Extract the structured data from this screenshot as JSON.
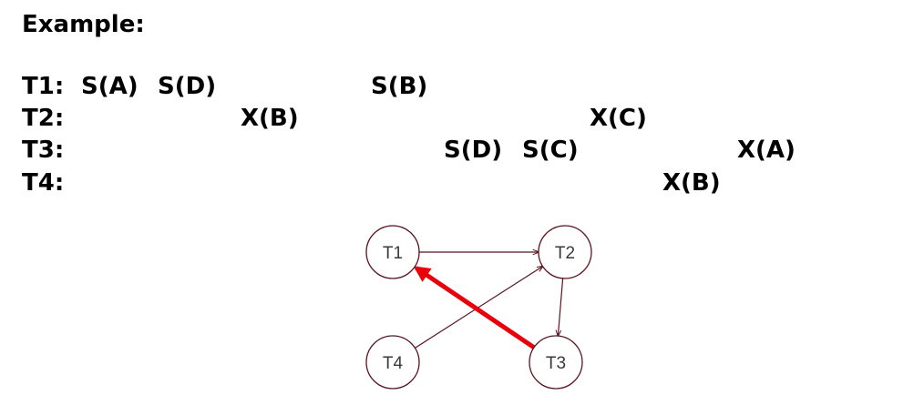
{
  "heading": "Example:",
  "schedule": {
    "rows": [
      {
        "label": "T1:",
        "ops": [
          "S(A)",
          "S(D)",
          "S(B)"
        ]
      },
      {
        "label": "T2:",
        "ops": [
          "X(B)",
          "X(C)"
        ]
      },
      {
        "label": "T3:",
        "ops": [
          "S(D)",
          "S(C)",
          "X(A)"
        ]
      },
      {
        "label": "T4:",
        "ops": [
          "X(B)"
        ]
      }
    ]
  },
  "graph": {
    "nodes": [
      {
        "id": "T1",
        "label": "T1"
      },
      {
        "id": "T2",
        "label": "T2"
      },
      {
        "id": "T3",
        "label": "T3"
      },
      {
        "id": "T4",
        "label": "T4"
      }
    ],
    "edges": [
      {
        "from": "T1",
        "to": "T2",
        "highlighted": false
      },
      {
        "from": "T2",
        "to": "T3",
        "highlighted": false
      },
      {
        "from": "T4",
        "to": "T2",
        "highlighted": false
      },
      {
        "from": "T3",
        "to": "T1",
        "highlighted": true
      }
    ],
    "colors": {
      "edge": "#5a1420",
      "highlight": "#e8000b",
      "node_stroke": "#5a1420"
    }
  }
}
